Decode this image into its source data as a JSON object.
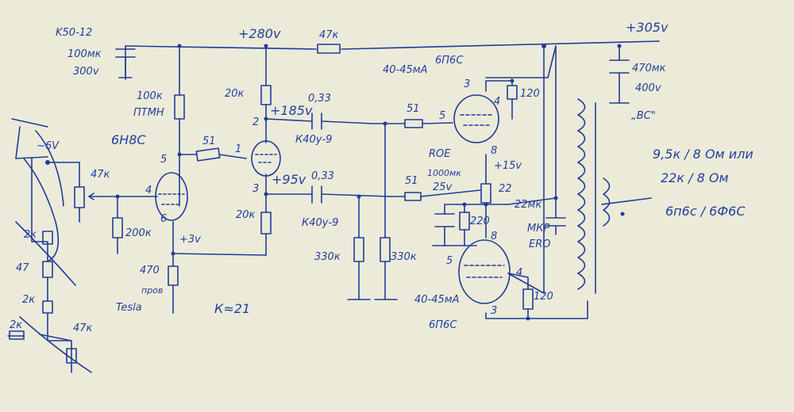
{
  "colors": {
    "paper": "#ecebd9",
    "ink": "#1f3c9a"
  },
  "icons": [
    "capacitor-icon",
    "resistor-icon",
    "tube-icon",
    "transformer-icon",
    "potentiometer-icon"
  ],
  "labels": {
    "cap_in_type": "K50-12",
    "cap_in_val": "100мк",
    "cap_in_volt": "300v",
    "b280": "+280v",
    "b305": "+305v",
    "r47k_top": "47к",
    "cap_out_val": "470мк",
    "cap_out_volt": "400v",
    "cap_out_type": "„ВС\"",
    "r100k": "100к",
    "r100k_type": "ПТМН",
    "tube1": "6Н8С",
    "r20k_a": "20к",
    "v185": "+185v",
    "c033_a": "0,33",
    "c033_a_type": "К40у-9",
    "r51_grid": "51",
    "pin5": "5",
    "pin1": "1",
    "pin2": "2",
    "pin3": "3",
    "pin4_a": "4",
    "pin6": "6",
    "r47k_pot": "47к",
    "r200k": "200к",
    "v3": "+3v",
    "r470": "470",
    "r470_type_a": "пров",
    "r470_type_b": "Tesla",
    "gain": "К≈21",
    "v95": "+95v",
    "c033_b": "0,33",
    "c033_b_type": "К40у-9",
    "r20k_b": "20к",
    "r330k_a": "330к",
    "r330k_b": "330к",
    "r51_top": "51",
    "r51_bot": "51",
    "i_top": "40-45мА",
    "tube_out_top": "6П6С",
    "pin3_top": "3",
    "pin4_top": "4",
    "r120_top": "120",
    "pin5_top": "5",
    "pin8_top": "8",
    "v15": "+15v",
    "roe": "ROE",
    "c1000": "1000мк",
    "v25": "25v",
    "r22": "22",
    "r220": "220",
    "c22mk": "22мк",
    "c22_type": "МКР",
    "c22_brand": "ERO",
    "pin8_bot": "8",
    "pin5_bot": "5",
    "pin4_bot": "4",
    "r120_bot": "120",
    "pin3_bot": "3",
    "i_bot": "40-45мА",
    "tube_out_bot": "6П6С",
    "trans_line1": "9,5к / 8 Ом или",
    "trans_line2": "22к / 8 Ом",
    "trans_line3": "6п6с / 6Ф6С",
    "left_v": "~6V",
    "left_2k_a": "2к",
    "left_47_a": "47",
    "left_2k_b": "2к",
    "left_2k_c": "2к",
    "left_47k": "47к"
  }
}
